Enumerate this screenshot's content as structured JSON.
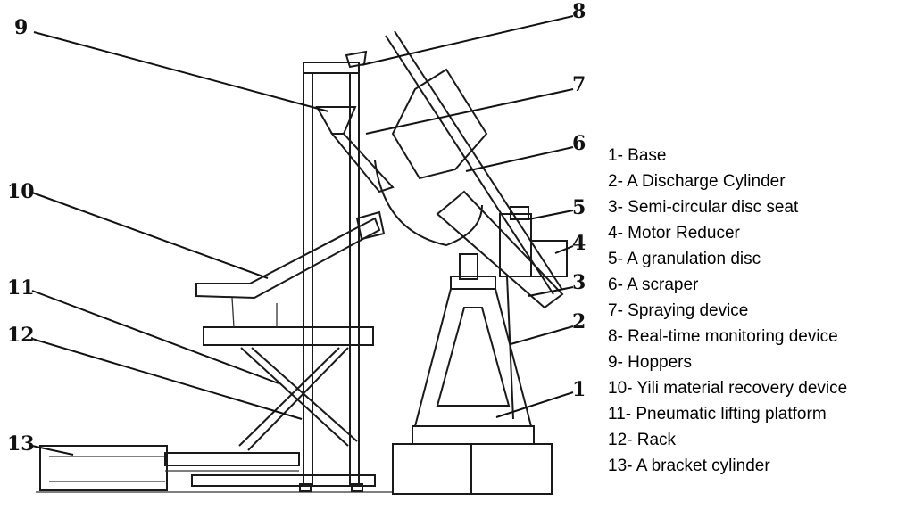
{
  "callouts": [
    "1",
    "2",
    "3",
    "4",
    "5",
    "6",
    "7",
    "8",
    "9",
    "10",
    "11",
    "12",
    "13"
  ],
  "legend": [
    "1- Base",
    "2- A Discharge Cylinder",
    "3- Semi-circular disc seat",
    "4- Motor Reducer",
    "5- A granulation disc",
    "6- A scraper",
    "7- Spraying device",
    "8- Real-time monitoring device",
    "9- Hoppers",
    "10- Yili material recovery device",
    "11- Pneumatic lifting platform",
    "12- Rack",
    "13- A bracket cylinder"
  ]
}
